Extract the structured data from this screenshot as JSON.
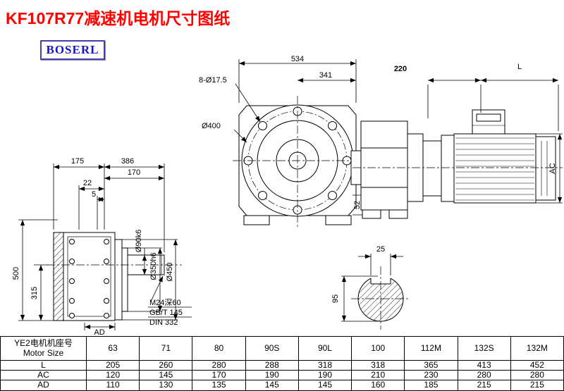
{
  "page": {
    "title": "KF107R77减速机电机尺寸图纸",
    "logo": "BOSERL"
  },
  "front_view": {
    "dim_width": "534",
    "dim_341": "341",
    "bolt_note": "8-Ø17.5",
    "flange_dia": "Ø400",
    "dim_52": "52"
  },
  "side_view": {
    "dim_220": "220",
    "dim_L": "L",
    "dim_AC": "AC"
  },
  "left_view": {
    "dim_175": "175",
    "dim_386": "386",
    "dim_170": "170",
    "dim_22": "22",
    "dim_5": "5",
    "dim_500": "500",
    "dim_315": "315",
    "shaft_dia": "Ø90k6",
    "spigot_dia": "Ø350h6",
    "flange_dia": "Ø450",
    "dim_AD": "AD",
    "note_line1": "M24深60",
    "note_line2": "GB/T 145",
    "note_line3": "DIN 332"
  },
  "shaft_section": {
    "key_width": "25",
    "shaft_dia": "95"
  },
  "table": {
    "header_cn": "YE2电机机座号",
    "header_en": "Motor Size",
    "sizes": [
      "63",
      "71",
      "80",
      "90S",
      "90L",
      "100",
      "112M",
      "132S",
      "132M"
    ],
    "rows": [
      {
        "label": "L",
        "values": [
          "205",
          "260",
          "280",
          "288",
          "318",
          "318",
          "365",
          "413",
          "452"
        ]
      },
      {
        "label": "AC",
        "values": [
          "120",
          "145",
          "170",
          "190",
          "190",
          "210",
          "230",
          "280",
          "280"
        ]
      },
      {
        "label": "AD",
        "values": [
          "110",
          "130",
          "135",
          "145",
          "145",
          "160",
          "185",
          "215",
          "215"
        ]
      }
    ]
  }
}
